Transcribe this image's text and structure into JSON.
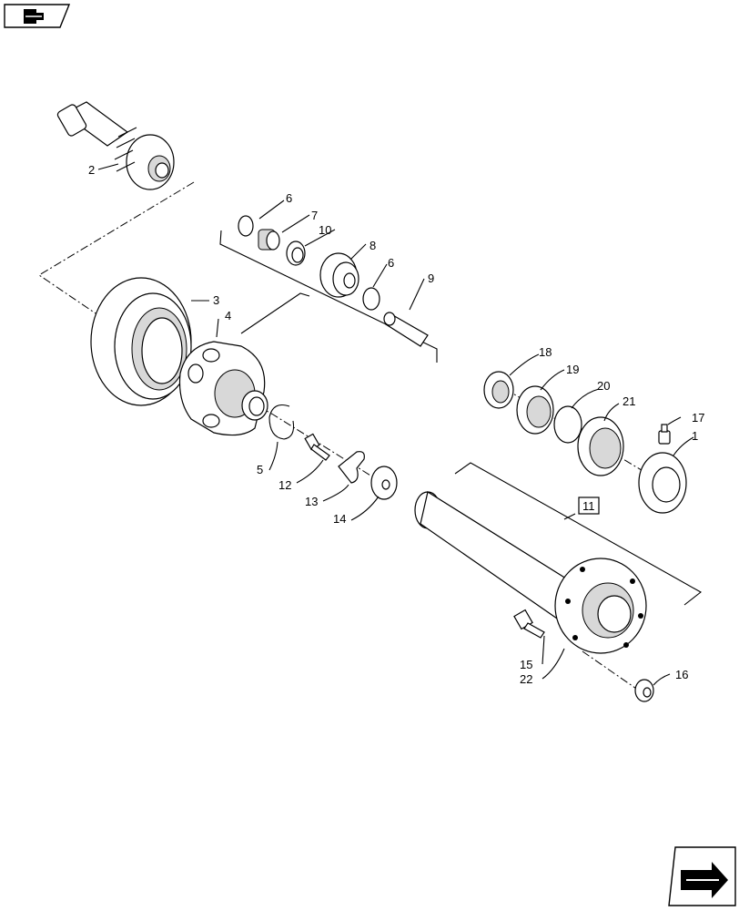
{
  "nav": {
    "top_icon": "back-arrow-icon",
    "bottom_icon": "next-arrow-icon"
  },
  "callouts": {
    "c1": "1",
    "c2": "2",
    "c3": "3",
    "c4": "4",
    "c5": "5",
    "c6a": "6",
    "c6b": "6",
    "c7": "7",
    "c8": "8",
    "c9": "9",
    "c10": "10",
    "c11": "11",
    "c12": "12",
    "c13": "13",
    "c14": "14",
    "c15": "15",
    "c16": "16",
    "c17": "17",
    "c18": "18",
    "c19": "19",
    "c20": "20",
    "c21": "21",
    "c22": "22"
  }
}
